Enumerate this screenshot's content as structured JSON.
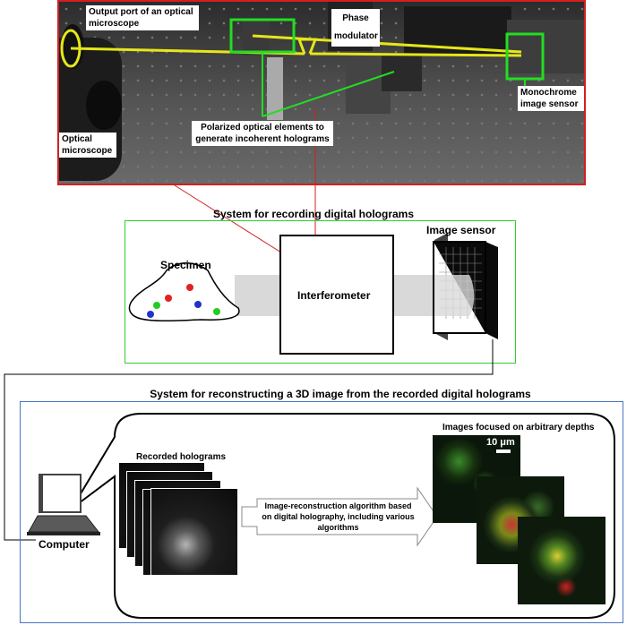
{
  "photo": {
    "output_port_label": "Output port of an optical microscope",
    "phase_modulator_label": "Phase modulator",
    "monochrome_label": "Monochrome image sensor",
    "polarized_label": "Polarized optical elements to generate incoherent holograms",
    "optical_microscope_label": "Optical microscope"
  },
  "recording": {
    "title": "System for recording digital holograms",
    "specimen_label": "Specimen",
    "interferometer_label": "Interferometer",
    "image_sensor_label": "Image sensor"
  },
  "reconstruction": {
    "title": "System for reconstructing a 3D image from the recorded digital holograms",
    "recorded_label": "Recorded holograms",
    "algorithm_label": "Image-reconstruction algorithm based on digital holography, including various algorithms",
    "images_label": "Images focused on arbitrary depths",
    "scale_label": "10 μm",
    "computer_label": "Computer"
  },
  "colors": {
    "photo_frame": "#d21f1f",
    "recording_frame": "#33cc33",
    "reconstruction_frame": "#4a74c8",
    "yellow_path": "#e6e619",
    "green_highlight": "#22dd22"
  }
}
